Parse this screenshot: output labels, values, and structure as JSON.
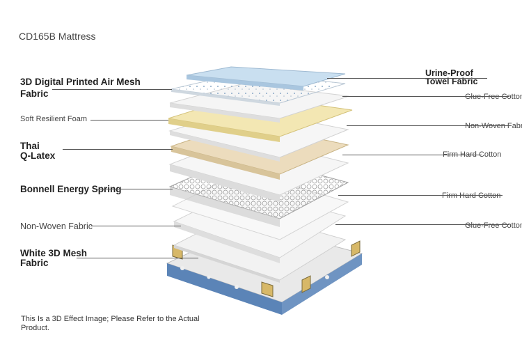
{
  "title": "CD165B Mattress",
  "labels_left": [
    {
      "id": "air-mesh",
      "lines": [
        "3D Digital Printed Air Mesh",
        "Fabric"
      ]
    },
    {
      "id": "foam",
      "lines": [
        "Soft Resilient Foam"
      ]
    },
    {
      "id": "latex",
      "lines": [
        "Thai",
        "Q-Latex"
      ]
    },
    {
      "id": "spring",
      "lines": [
        "Bonnell Energy Spring"
      ]
    },
    {
      "id": "nonwoven",
      "lines": [
        "Non-Woven Fabric"
      ]
    },
    {
      "id": "white-mesh",
      "lines": [
        "White 3D Mesh",
        "Fabric"
      ]
    }
  ],
  "labels_right": [
    {
      "id": "towel",
      "lines": [
        "Urine-Proof",
        "Towel Fabric"
      ]
    },
    {
      "id": "glue1",
      "lines": [
        "Glue-Free Cotton"
      ]
    },
    {
      "id": "nonwoven-r",
      "lines": [
        "Non-Woven Fabric"
      ]
    },
    {
      "id": "firm1",
      "lines": [
        "Firm Hard Cotton"
      ]
    },
    {
      "id": "firm2",
      "lines": [
        "Firm Hard Cotton"
      ]
    },
    {
      "id": "glue2",
      "lines": [
        "Glue-Free Cotton"
      ]
    }
  ],
  "footnote": "This Is a 3D Effect Image; Please Refer to the Actual Product.",
  "colors": {
    "towel": "#c9dff0",
    "foam": "#f3e7b3",
    "latex": "#ecdcbd",
    "base_blue": "#5b84b7",
    "layer_white": "#f5f5f5",
    "layer_edge": "#d8d8d8"
  }
}
